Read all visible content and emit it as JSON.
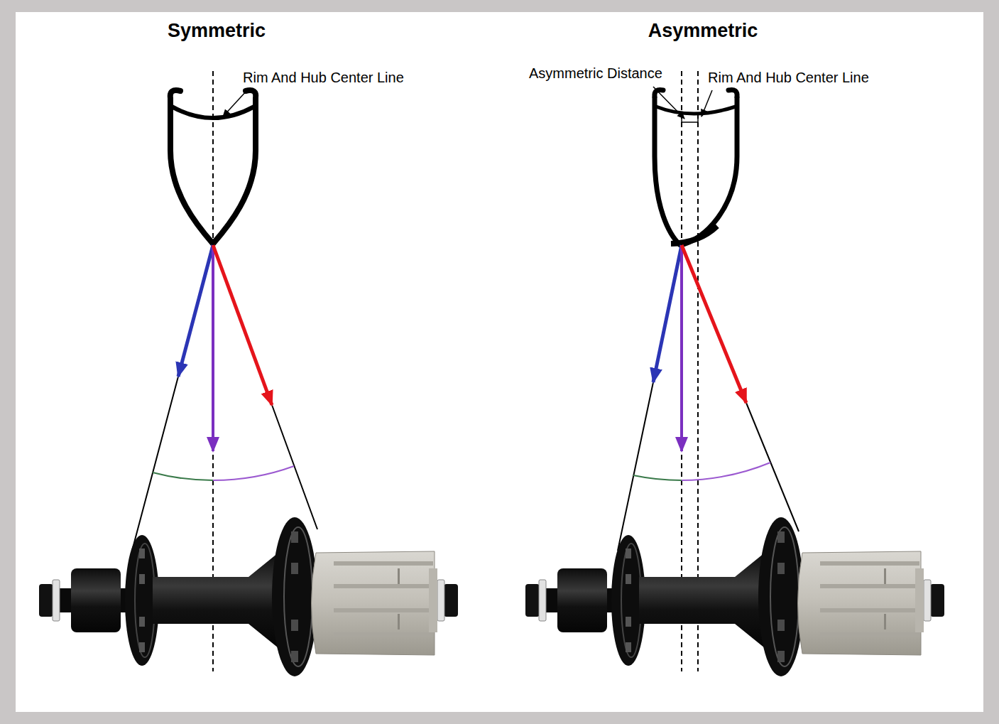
{
  "diagram": {
    "labels": [
      "Symmetric",
      "Rim And Hub Center Line",
      "Asymmetric",
      "Asymmetric Distance",
      "Rim And Hub Center Line"
    ]
  }
}
